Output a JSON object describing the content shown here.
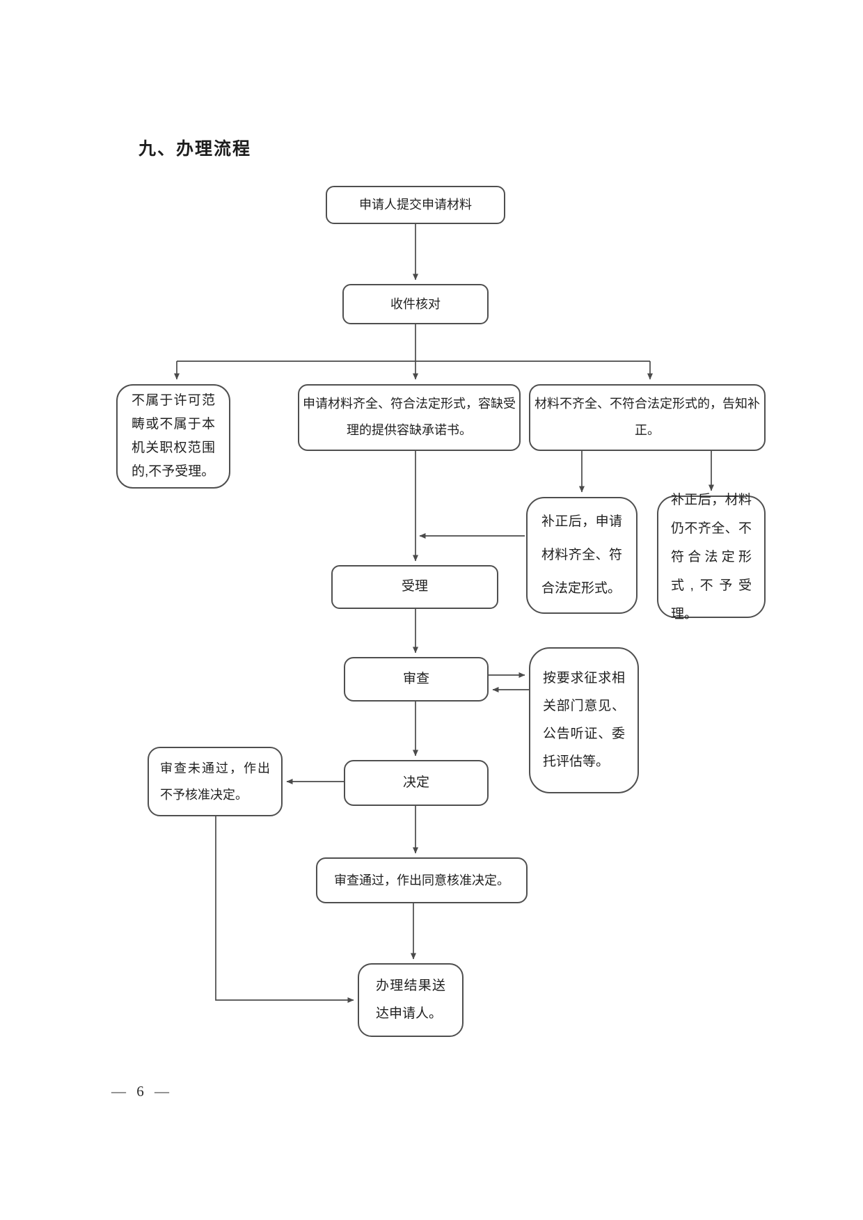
{
  "page": {
    "title": "九、办理流程",
    "page_number": "— 6 —"
  },
  "flowchart": {
    "edge_color": "#4a4a4a",
    "nodes": [
      {
        "id": "submit",
        "label": "申请人提交申请材料"
      },
      {
        "id": "receive-check",
        "label": "收件核对"
      },
      {
        "id": "out-of-scope",
        "label": "不属于许可范畴或不属于本机关职权范围的,不予受理。"
      },
      {
        "id": "materials-complete",
        "label": "申请材料齐全、符合法定形式，容缺受理的提供容缺承诺书。"
      },
      {
        "id": "materials-incomplete",
        "label": "材料不齐全、不符合法定形式的，告知补正。"
      },
      {
        "id": "corrected-complete",
        "label": "补正后，申请材料齐全、符合法定形式。"
      },
      {
        "id": "corrected-still-incomplete",
        "label": "补正后，材料仍不齐全、不符合法定形式,不予受理。"
      },
      {
        "id": "accept",
        "label": "受理"
      },
      {
        "id": "review",
        "label": "审查"
      },
      {
        "id": "consult",
        "label": "按要求征求相关部门意见、公告听证、委托评估等。"
      },
      {
        "id": "decide",
        "label": "决定"
      },
      {
        "id": "review-failed",
        "label": "审查未通过，作出不予核准决定。"
      },
      {
        "id": "review-passed",
        "label": "审查通过，作出同意核准决定。"
      },
      {
        "id": "deliver-result",
        "label": "办理结果送达申请人。"
      }
    ]
  }
}
